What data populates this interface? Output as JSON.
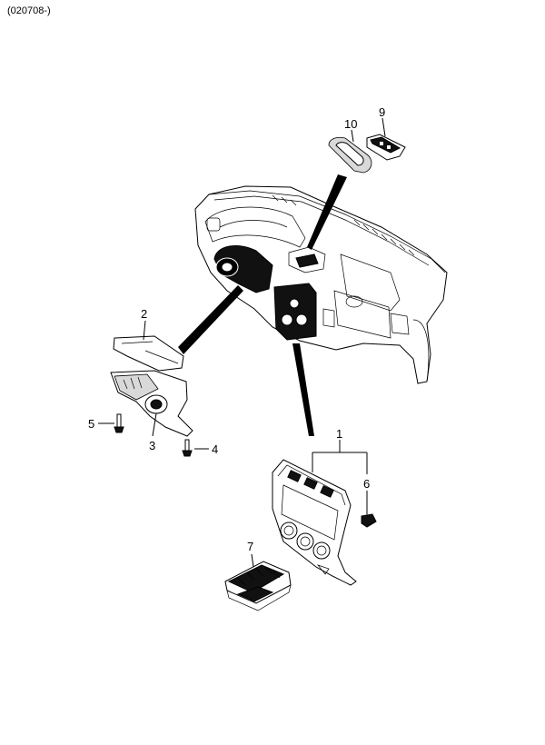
{
  "header": {
    "code": "(020708-)"
  },
  "callouts": {
    "c1": "1",
    "c2": "2",
    "c3": "3",
    "c4": "4",
    "c5": "5",
    "c6": "6",
    "c7": "7",
    "c9": "9",
    "c10": "10"
  },
  "colors": {
    "line": "#000000",
    "fill_dark": "#111111",
    "fill_light": "#d9d9d9",
    "background": "#ffffff"
  }
}
